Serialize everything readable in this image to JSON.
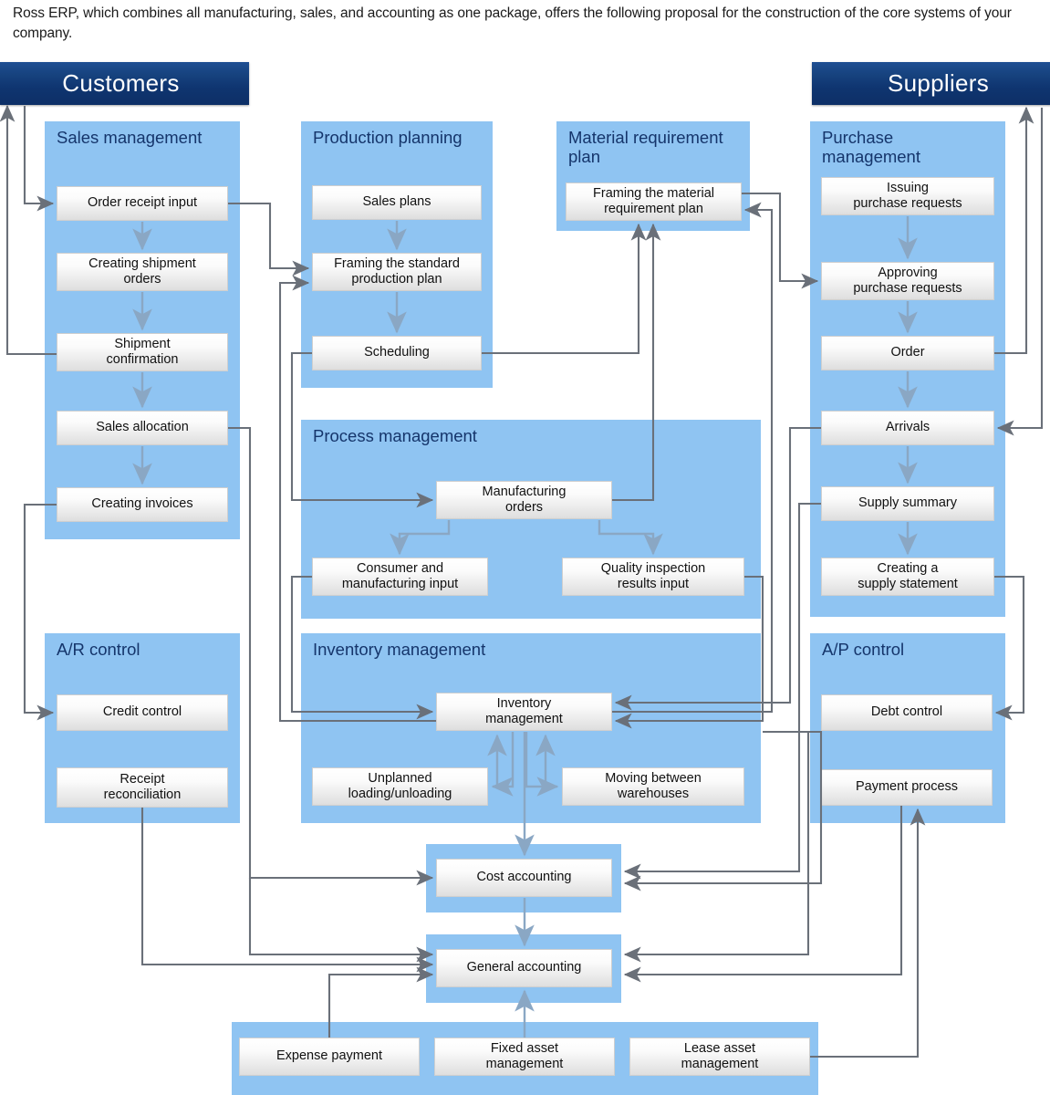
{
  "intro": {
    "text": "Ross ERP, which combines all manufacturing, sales, and accounting as one package, offers the following proposal for the construction of the core systems of your company."
  },
  "colors": {
    "actor_bar": "#11376f",
    "group_panel": "#8fc4f2",
    "node_fill": "#ededed",
    "connector": "#6a7079",
    "connector_internal": "#8aa7c4",
    "group_title_text": "#15356b"
  },
  "actors": [
    {
      "id": "customers",
      "label": "Customers"
    },
    {
      "id": "suppliers",
      "label": "Suppliers"
    }
  ],
  "groups": [
    {
      "id": "sales-management",
      "title": "Sales management",
      "nodes": [
        {
          "id": "order-receipt-input",
          "label": "Order receipt input"
        },
        {
          "id": "creating-shipment-orders",
          "label": "Creating shipment\norders"
        },
        {
          "id": "shipment-confirmation",
          "label": "Shipment\nconfirmation"
        },
        {
          "id": "sales-allocation",
          "label": "Sales allocation"
        },
        {
          "id": "creating-invoices",
          "label": "Creating invoices"
        }
      ]
    },
    {
      "id": "production-planning",
      "title": "Production planning",
      "nodes": [
        {
          "id": "sales-plans",
          "label": "Sales plans"
        },
        {
          "id": "framing-standard-production-plan",
          "label": "Framing the standard\nproduction plan"
        },
        {
          "id": "scheduling",
          "label": "Scheduling"
        }
      ]
    },
    {
      "id": "material-requirement-plan",
      "title": "Material requirement\nplan",
      "nodes": [
        {
          "id": "framing-material-requirement-plan",
          "label": "Framing the material\nrequirement plan"
        }
      ]
    },
    {
      "id": "purchase-management",
      "title": "Purchase\nmanagement",
      "nodes": [
        {
          "id": "issuing-purchase-requests",
          "label": "Issuing\npurchase requests"
        },
        {
          "id": "approving-purchase-requests",
          "label": "Approving\npurchase requests"
        },
        {
          "id": "order",
          "label": "Order"
        },
        {
          "id": "arrivals",
          "label": "Arrivals"
        },
        {
          "id": "supply-summary",
          "label": "Supply summary"
        },
        {
          "id": "creating-supply-statement",
          "label": "Creating a\nsupply statement"
        }
      ]
    },
    {
      "id": "process-management",
      "title": "Process management",
      "nodes": [
        {
          "id": "manufacturing-orders",
          "label": "Manufacturing\norders"
        },
        {
          "id": "consumer-and-manufacturing-input",
          "label": "Consumer and\nmanufacturing input"
        },
        {
          "id": "quality-inspection-results-input",
          "label": "Quality inspection\nresults input"
        }
      ]
    },
    {
      "id": "inventory-management",
      "title": "Inventory management",
      "nodes": [
        {
          "id": "inventory-management-node",
          "label": "Inventory\nmanagement"
        },
        {
          "id": "unplanned-loading-unloading",
          "label": "Unplanned\nloading/unloading"
        },
        {
          "id": "moving-between-warehouses",
          "label": "Moving between\nwarehouses"
        }
      ]
    },
    {
      "id": "ar-control",
      "title": "A/R control",
      "nodes": [
        {
          "id": "credit-control",
          "label": "Credit control"
        },
        {
          "id": "receipt-reconciliation",
          "label": "Receipt\nreconciliation"
        }
      ]
    },
    {
      "id": "ap-control",
      "title": "A/P control",
      "nodes": [
        {
          "id": "debt-control",
          "label": "Debt control"
        },
        {
          "id": "payment-process",
          "label": "Payment process"
        }
      ]
    },
    {
      "id": "cost-accounting-group",
      "title": "",
      "nodes": [
        {
          "id": "cost-accounting",
          "label": "Cost accounting"
        }
      ]
    },
    {
      "id": "general-accounting-group",
      "title": "",
      "nodes": [
        {
          "id": "general-accounting",
          "label": "General accounting"
        }
      ]
    },
    {
      "id": "asset-management-group",
      "title": "",
      "nodes": [
        {
          "id": "expense-payment",
          "label": "Expense payment"
        },
        {
          "id": "fixed-asset-management",
          "label": "Fixed asset\nmanagement"
        },
        {
          "id": "lease-asset-management",
          "label": "Lease asset\nmanagement"
        }
      ]
    }
  ]
}
